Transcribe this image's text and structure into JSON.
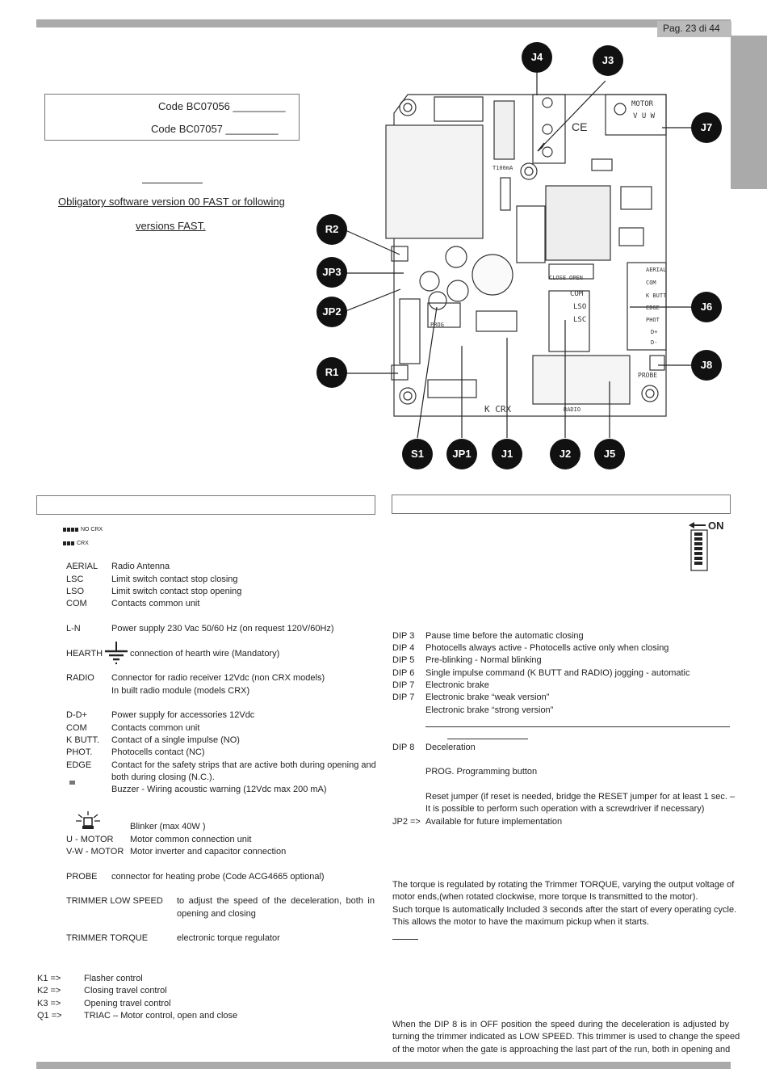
{
  "page": {
    "label": "Pag. 23 di 44"
  },
  "code_box": {
    "line1": "Code BC07056 _________",
    "line2": "Code BC07057 _________"
  },
  "notice": {
    "line1": "Obligatory software version 00 FAST or following",
    "line2": "versions FAST."
  },
  "callouts": [
    "J4",
    "J3",
    "J7",
    "R2",
    "JP3",
    "JP2",
    "J6",
    "J8",
    "R1",
    "S1",
    "JP1",
    "J1",
    "J2",
    "J5"
  ],
  "board_silk": {
    "motor": "MOTOR",
    "vuw": "V U W",
    "fuse": "T100mA",
    "ce": "CE",
    "edge_labels": [
      "AERIAL",
      "COM",
      "K BUTT",
      "EDGE",
      "PHOT",
      "D+",
      "D-"
    ],
    "switch_labels": [
      "COM",
      "LSO",
      "LSC"
    ],
    "probe": "PROBE",
    "radio": "RADIO",
    "crx": "K CRX",
    "close": "CLOSE",
    "open": "OPEN",
    "prog": "PROG"
  },
  "legend": {
    "no_crx": "NO CRX",
    "crx": "CRX"
  },
  "left_terminals": [
    {
      "k": "AERIAL",
      "v": "Radio Antenna"
    },
    {
      "k": "LSC",
      "v": "Limit switch contact stop closing"
    },
    {
      "k": "LSO",
      "v": "Limit switch contact stop opening"
    },
    {
      "k": "COM",
      "v": "Contacts common unit"
    },
    {
      "k": "L-N",
      "v": "Power supply 230 Vac 50/60 Hz (on request 120V/60Hz)"
    },
    {
      "k": "HEARTH",
      "v": "connection of hearth wire (Mandatory)"
    },
    {
      "k": "RADIO",
      "v": "Connector for radio receiver 12Vdc (non CRX models)"
    },
    {
      "k": "",
      "v": "In built radio module (models CRX)"
    },
    {
      "k": "D-D+",
      "v": "Power supply for accessories 12Vdc"
    },
    {
      "k": "COM",
      "v": "Contacts common unit"
    },
    {
      "k": "K BUTT.",
      "v": "Contact of a single impulse (NO)"
    },
    {
      "k": "PHOT.",
      "v": "Photocells contact (NC)"
    },
    {
      "k": "EDGE",
      "v": "Contact for the safety strips that are active both during opening and"
    },
    {
      "k": "",
      "v": "both during closing (N.C.)."
    },
    {
      "k": "",
      "v": "Buzzer - Wiring acoustic warning (12Vdc max 200 mA)"
    }
  ],
  "blinker": {
    "v": "Blinker (max 40W )"
  },
  "motor_terminals": [
    {
      "k": "U - MOTOR",
      "v": "Motor common connection unit"
    },
    {
      "k": "V-W - MOTOR",
      "v": "Motor inverter and capacitor connection"
    }
  ],
  "probe": {
    "k": "PROBE",
    "v": "connector for heating probe (Code ACG4665 optional)"
  },
  "trimmer_low": {
    "k": "TRIMMER LOW SPEED",
    "v1": "to adjust the speed of the deceleration, both in",
    "v2": "opening and closing"
  },
  "trimmer_torque": {
    "k": "TRIMMER TORQUE",
    "v": "electronic torque regulator"
  },
  "relays": [
    {
      "k": "K1 =>",
      "v": "Flasher control"
    },
    {
      "k": "K2 =>",
      "v": "Closing travel control"
    },
    {
      "k": "K3 =>",
      "v": "Opening travel control"
    },
    {
      "k": "Q1 =>",
      "v": "TRIAC – Motor control, open and close"
    }
  ],
  "dip_on": "ON",
  "dips": [
    {
      "k": "DIP 3",
      "v": "Pause time before the automatic closing"
    },
    {
      "k": "DIP 4",
      "v": "Photocells always active            - Photocells active only when closing"
    },
    {
      "k": "DIP 5",
      "v": "Pre-blinking          - Normal blinking"
    },
    {
      "k": "DIP 6",
      "v": "Single impulse command (K BUTT and RADIO) jogging            - automatic"
    },
    {
      "k": "DIP 7",
      "v": "Electronic brake"
    },
    {
      "k": "DIP 7",
      "v": "Electronic brake “weak version”"
    },
    {
      "k": "",
      "v": "Electronic brake “strong version”"
    }
  ],
  "dip8": {
    "k": "DIP 8",
    "v": "Deceleration"
  },
  "prog": {
    "v": "PROG. Programming button"
  },
  "reset": {
    "v1": "Reset jumper  (if reset is needed, bridge the RESET jumper for at least 1 sec. –",
    "v2": "It is possible to perform such operation with a screwdriver if necessary)"
  },
  "jp2": {
    "k": "JP2 =>",
    "v": "Available for future implementation"
  },
  "torque_text": [
    "The torque is regulated by rotating the Trimmer TORQUE, varying the output voltage of",
    "motor ends,(when rotated clockwise, more torque Is transmitted to the motor).",
    "Such torque Is automatically Included 3 seconds after the start of every operating cycle.",
    "This allows the motor to have the maximum pickup when it starts."
  ],
  "speed_text": [
    "When the DIP 8 is in OFF position the speed during the deceleration is adjusted by",
    "turning the trimmer indicated as LOW SPEED. This trimmer is used to change the speed",
    "of the motor when the gate is approaching the last part of the run, both in opening and"
  ]
}
